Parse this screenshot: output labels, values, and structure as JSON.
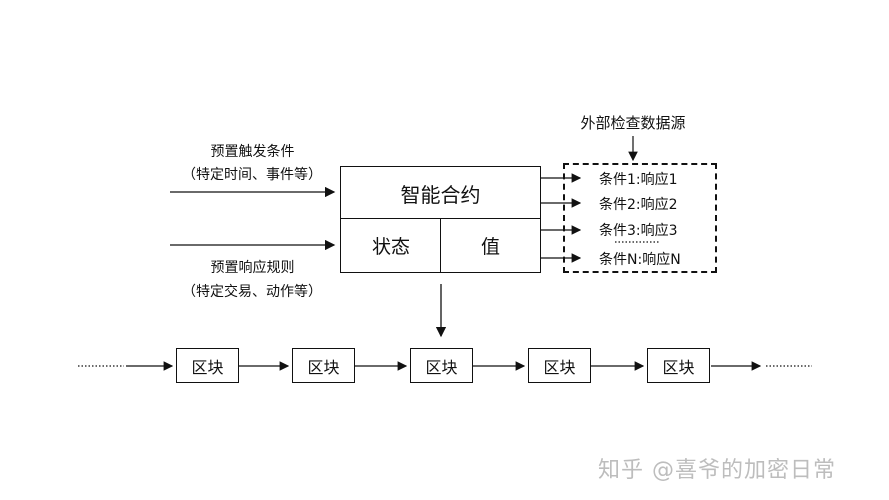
{
  "external_source": "外部检查数据源",
  "trigger": {
    "title": "预置触发条件",
    "detail": "（特定时间、事件等）"
  },
  "response": {
    "title": "预置响应规则",
    "detail": "（特定交易、动作等）"
  },
  "contract": {
    "title": "智能合约",
    "state": "状态",
    "value": "值"
  },
  "conditions": [
    "条件1:响应1",
    "条件2:响应2",
    "条件3:响应3",
    "条件N:响应N"
  ],
  "blocks": [
    "区块",
    "区块",
    "区块",
    "区块",
    "区块"
  ],
  "watermark": "知乎 @喜爷的加密日常"
}
